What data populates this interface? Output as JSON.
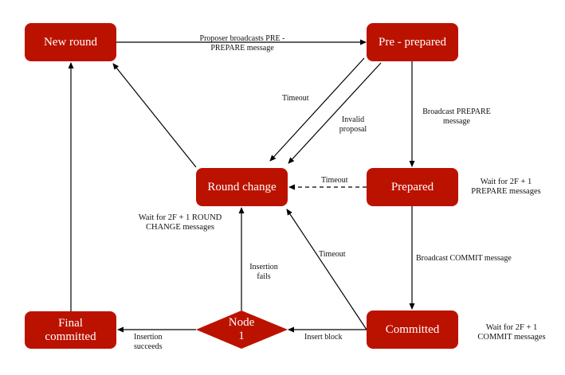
{
  "colors": {
    "node_fill": "#bb1200",
    "node_text": "#ffffff",
    "edge": "#000000"
  },
  "nodes": {
    "new_round": "New round",
    "pre_prepared": "Pre - prepared",
    "round_change": "Round change",
    "prepared": "Prepared",
    "committed": "Committed",
    "final_committed_l1": "Final",
    "final_committed_l2": "committed",
    "node1_l1": "Node",
    "node1_l2": "1"
  },
  "edges": {
    "proposer_l1": "Proposer broadcasts PRE -",
    "proposer_l2": "PREPARE message",
    "timeout_pre": "Timeout",
    "invalid_l1": "Invalid",
    "invalid_l2": "proposal",
    "broadcast_prepare_l1": "Broadcast PREPARE",
    "broadcast_prepare_l2": "message",
    "timeout_prepared": "Timeout",
    "broadcast_commit": "Broadcast COMMIT message",
    "timeout_committed": "Timeout",
    "insertion_fails_l1": "Insertion",
    "insertion_fails_l2": "fails",
    "insert_block": "Insert block",
    "insertion_succeeds_l1": "Insertion",
    "insertion_succeeds_l2": "succeeds"
  },
  "annotations": {
    "wait_prepare_l1": "Wait for 2F + 1",
    "wait_prepare_l2": "PREPARE messages",
    "wait_round_l1": "Wait for 2F + 1 ROUND",
    "wait_round_l2": "CHANGE messages",
    "wait_commit_l1": "Wait for 2F + 1",
    "wait_commit_l2": "COMMIT messages"
  }
}
